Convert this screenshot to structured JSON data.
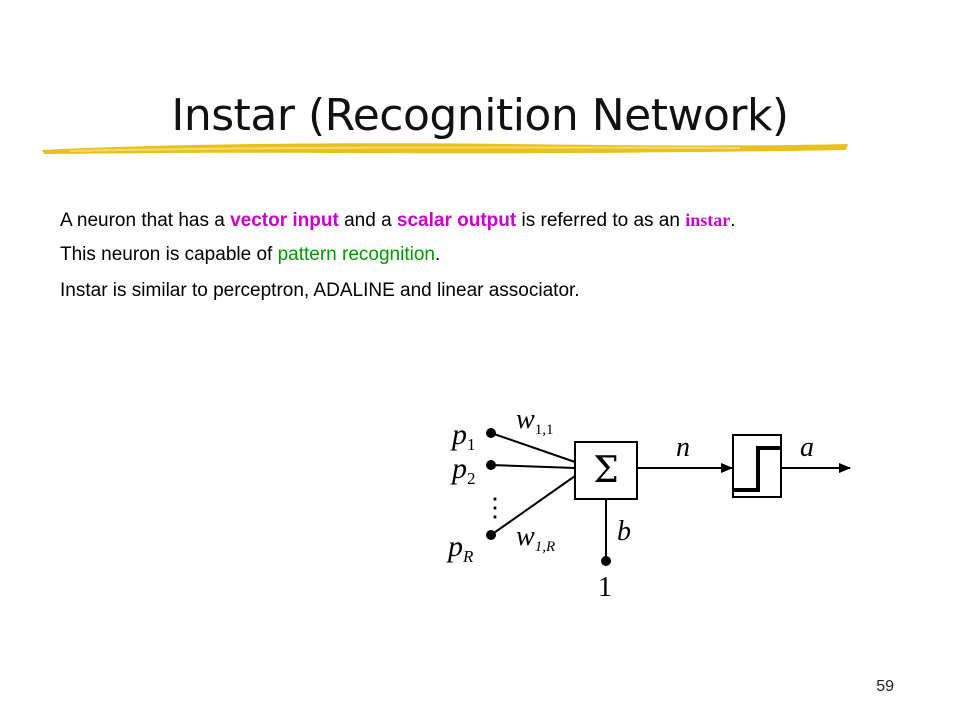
{
  "slide": {
    "title": "Instar (Recognition Network)",
    "page_number": "59"
  },
  "body": {
    "p1": {
      "before": "A neuron that has a ",
      "vector_input": "vector input",
      "middle": " and a ",
      "scalar_output": "scalar output",
      "after": " is referred to as an ",
      "instar": "instar",
      "end": "."
    },
    "p2": {
      "before": "This neuron is capable of ",
      "pattern_recognition": "pattern recognition",
      "end": "."
    },
    "p3": {
      "text": "Instar is similar to perceptron, ADALINE and linear associator."
    }
  },
  "diagram": {
    "input_p": "p",
    "sub_1": "1",
    "sub_2": "2",
    "sub_R": "R",
    "ellipsis": "⋮",
    "weight_w": "w",
    "weight_sub_11": "1,1",
    "weight_sub_1R": "1,R",
    "sum_symbol": "Σ",
    "net_n": "n",
    "output_a": "a",
    "bias_b": "b",
    "bias_one": "1"
  },
  "colors": {
    "magenta": "#cc00cc",
    "green": "#009900",
    "underline": "#e8c020"
  }
}
